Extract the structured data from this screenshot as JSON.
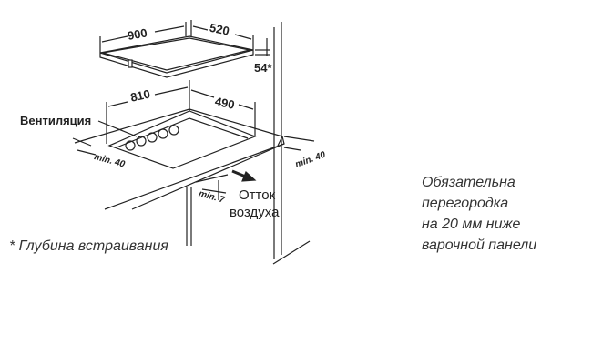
{
  "dimensions": {
    "hob_width": "900",
    "hob_depth": "520",
    "embed_depth": "54*",
    "cutout_width": "810",
    "cutout_depth": "490",
    "left_clearance": "min. 40",
    "right_clearance": "min. 40",
    "bottom_gap": "min. 7"
  },
  "labels": {
    "ventilation": "Вентиляция",
    "air_outflow_line1": "Отток",
    "air_outflow_line2": "воздуха",
    "footnote": "* Глубина встраивания"
  },
  "note": {
    "lines": [
      "Обязательна",
      "перегородка",
      "на 20 мм ниже",
      "варочной панели"
    ]
  }
}
